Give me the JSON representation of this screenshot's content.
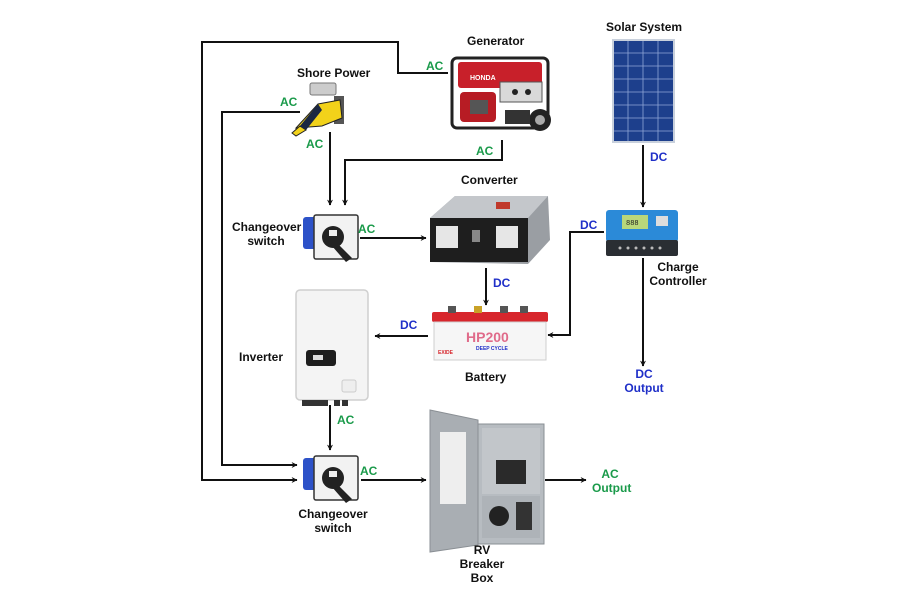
{
  "title": "RV power system wiring diagram",
  "colors": {
    "ac": "#1a9a4a",
    "dc": "#1f2fc8",
    "wire": "#111111"
  },
  "components": {
    "generator": {
      "label": "Generator"
    },
    "shore_power": {
      "label": "Shore Power"
    },
    "solar": {
      "label": "Solar System"
    },
    "changeover_top": {
      "label_line1": "Changeover",
      "label_line2": "switch"
    },
    "converter": {
      "label": "Converter"
    },
    "charge_controller": {
      "label_line1": "Charge",
      "label_line2": "Controller",
      "display": "888"
    },
    "battery": {
      "label": "Battery",
      "brand": "EXIDE",
      "model": "HP200",
      "subtitle": "DEEP CYCLE"
    },
    "inverter": {
      "label": "Inverter"
    },
    "changeover_bottom": {
      "label_line1": "Changeover",
      "label_line2": "switch"
    },
    "breaker_box": {
      "label_line1": "RV",
      "label_line2": "Breaker",
      "label_line3": "Box"
    }
  },
  "connections": {
    "generator_out_left": "AC",
    "generator_out_bottom": "AC",
    "shore_out_left": "AC",
    "shore_out_down": "AC",
    "solar_to_controller": "DC",
    "controller_to_battery": "DC",
    "changeover_to_converter": "AC",
    "converter_to_battery": "DC",
    "battery_to_inverter": "DC",
    "inverter_to_changeover": "AC",
    "changeover_to_breaker": "AC"
  },
  "outputs": {
    "ac_output": {
      "line1": "AC",
      "line2": "Output"
    },
    "dc_output": {
      "line1": "DC",
      "line2": "Output"
    }
  }
}
